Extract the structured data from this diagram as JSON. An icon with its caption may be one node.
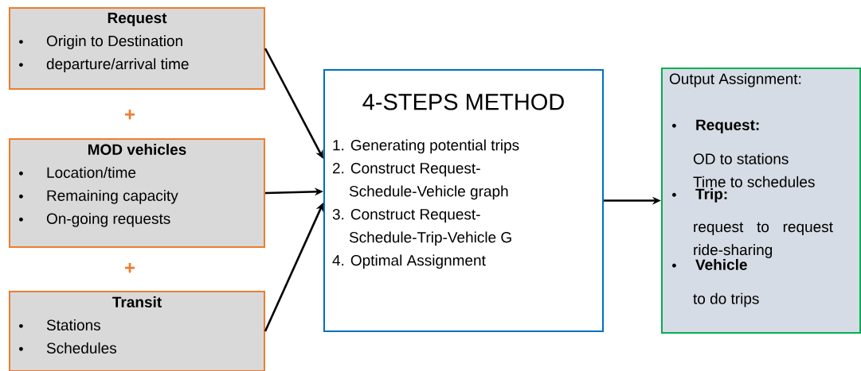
{
  "diagram": {
    "nodes": [
      {
        "text": [
          "Request",
          "Origin to Destination",
          "departure/arrival time"
        ]
      },
      {
        "text": [
          "MOD vehicles",
          "Location/time",
          "Remaining capacity",
          "On-going requests"
        ]
      },
      {
        "text": [
          "Transit",
          "Stations",
          "Schedules"
        ]
      },
      {
        "text": [
          "4-STEPS METHOD",
          "1. Generating potential trips",
          "2. Construct Request- Schedule-Vehicle graph",
          "3. Construct Request- Schedule-Trip-Vehicle G",
          "4. Optimal Assignment"
        ]
      },
      {
        "text": [
          "Output Assignment:",
          "Request:",
          "OD to stations",
          "Time to schedules",
          "Trip:",
          "request to request ride-sharing",
          "Vehicle",
          "to do trips"
        ]
      }
    ],
    "edges": [
      {
        "from": 0,
        "to": 3,
        "arrow": "to"
      },
      {
        "from": 1,
        "to": 3,
        "arrow": "to"
      },
      {
        "from": 2,
        "to": 3,
        "arrow": "to"
      },
      {
        "from": 3,
        "to": 4,
        "arrow": "to"
      }
    ],
    "labels": [
      "+",
      "+"
    ]
  }
}
